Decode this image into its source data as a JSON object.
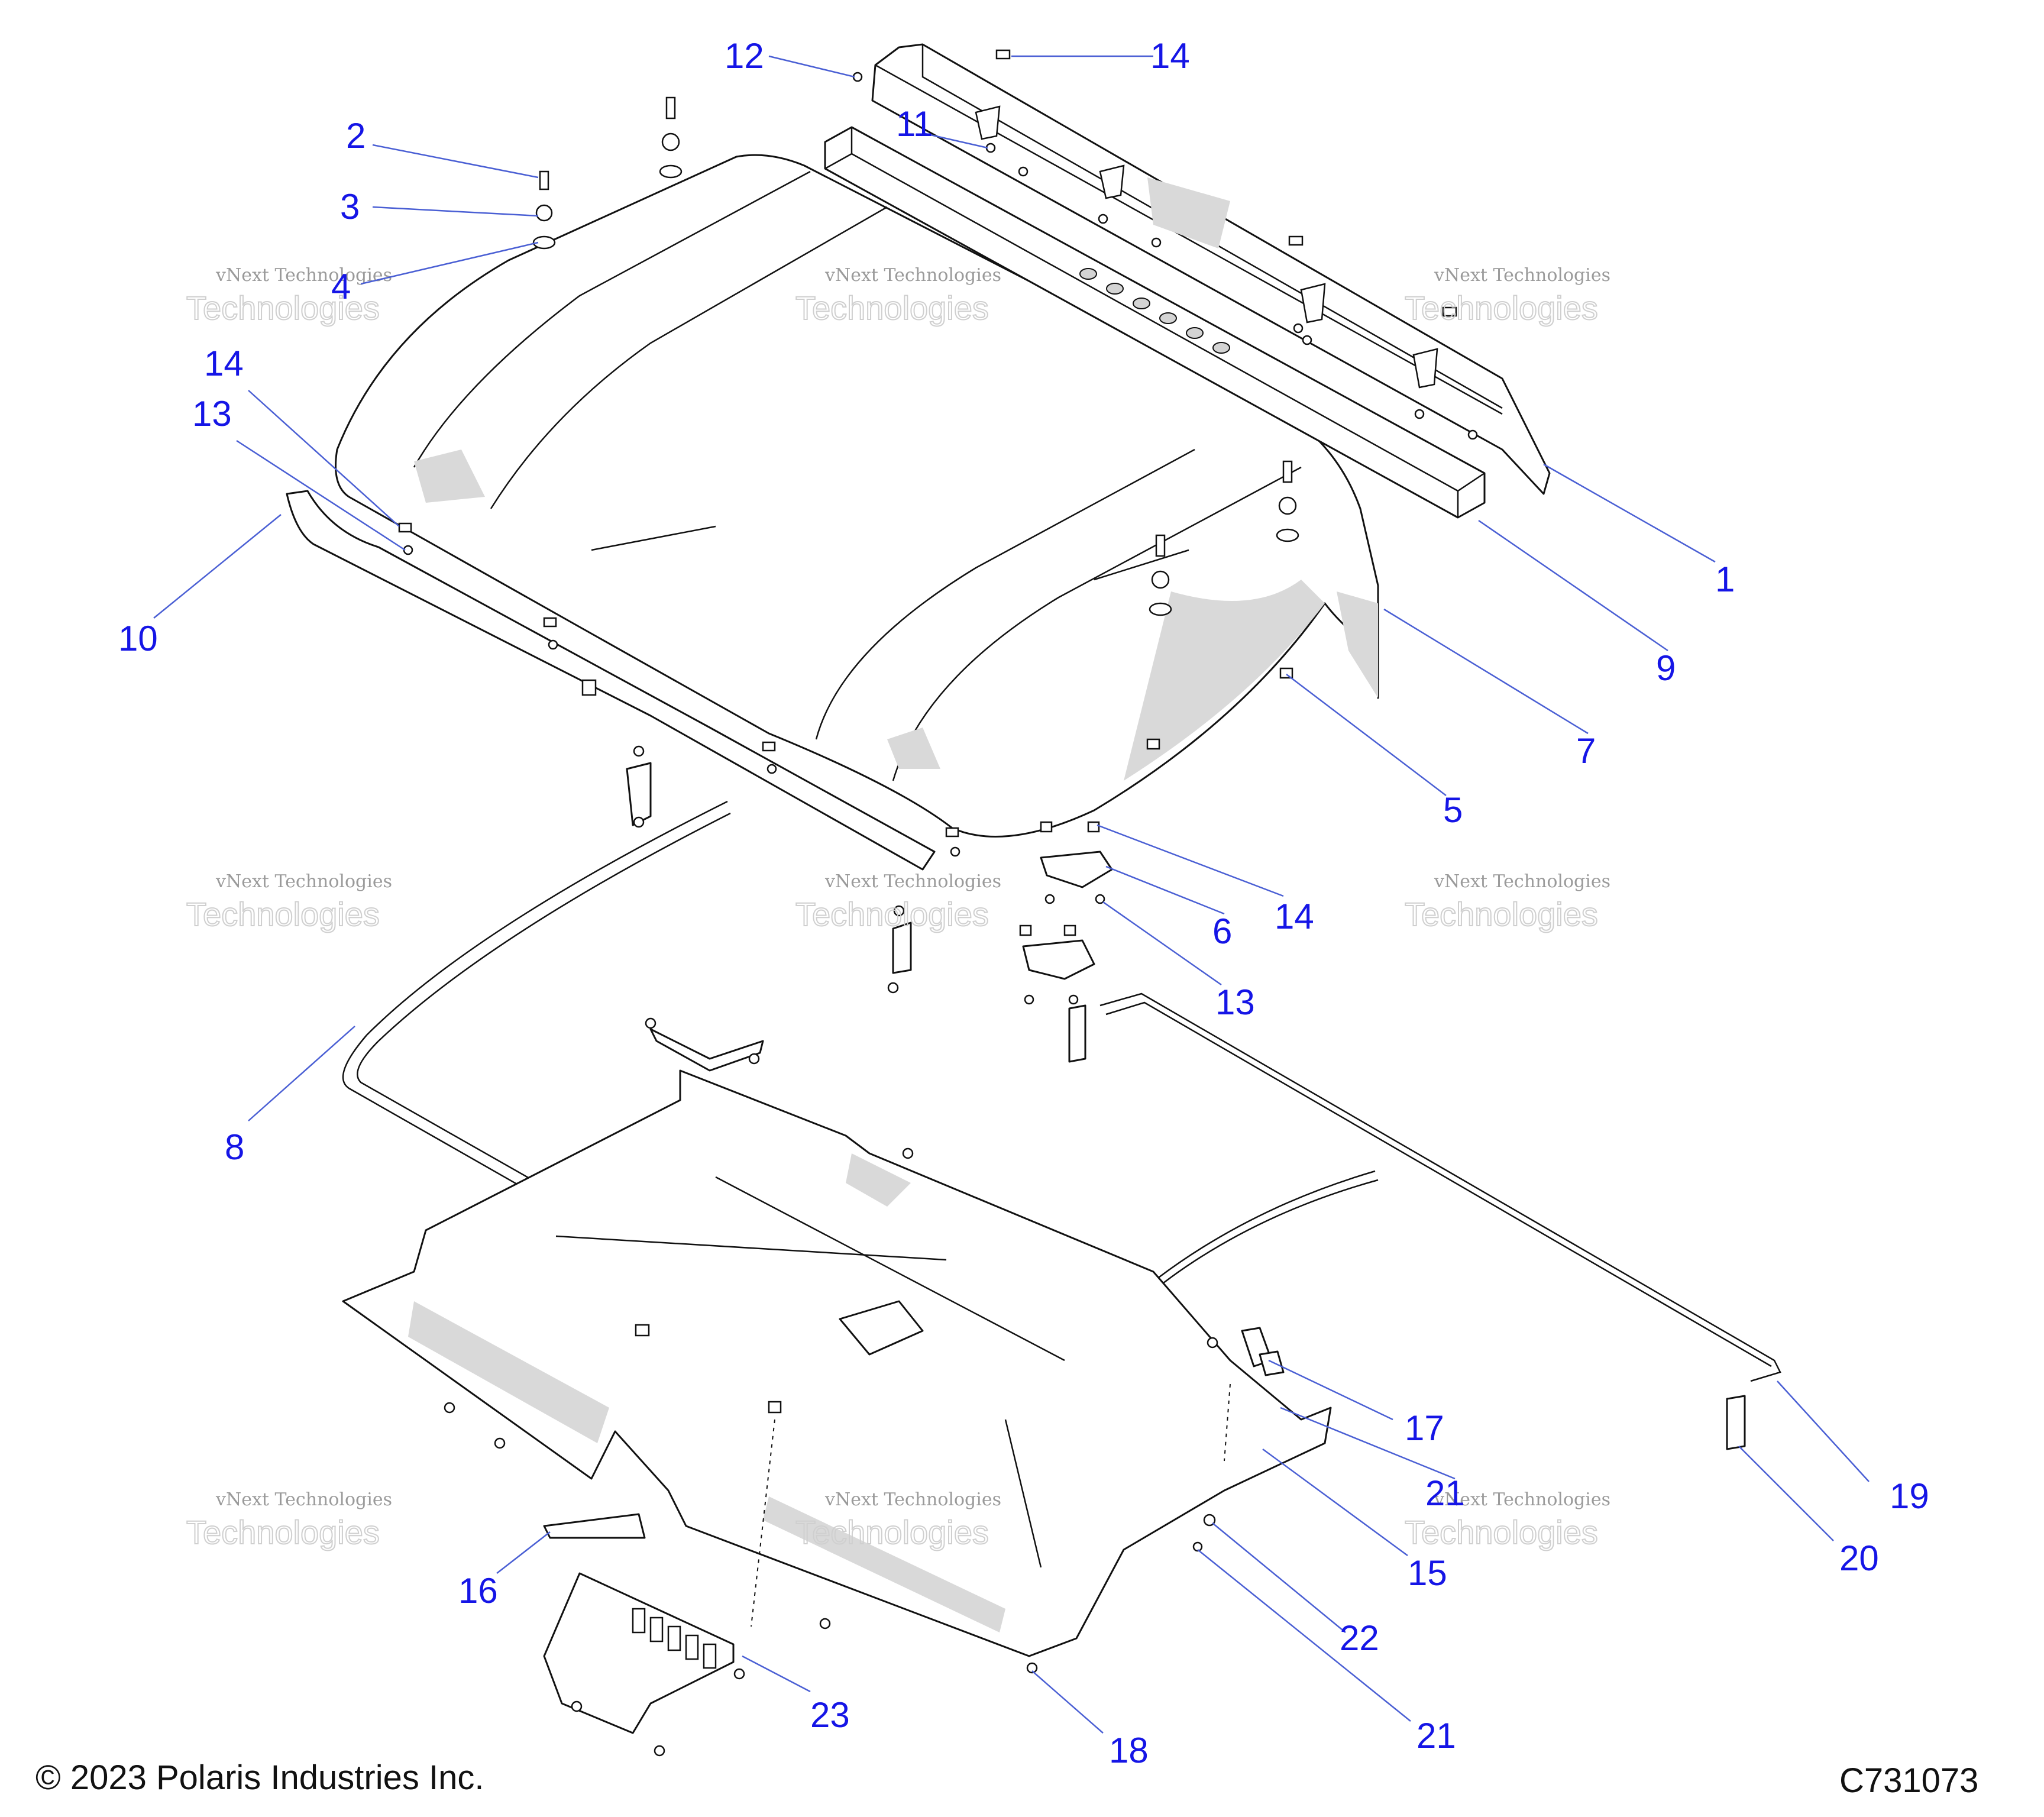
{
  "diagram": {
    "title": "",
    "copyright": "© 2023 Polaris Industries Inc.",
    "drawing_number": "C731073",
    "watermark_line1": "vNext Technologies",
    "watermark_big": "Technologies",
    "watermark_top": "vNext",
    "callouts": {
      "c1": "1",
      "c2": "2",
      "c3": "3",
      "c4": "4",
      "c5": "5",
      "c6": "6",
      "c7": "7",
      "c8": "8",
      "c9": "9",
      "c10": "10",
      "c11": "11",
      "c12": "12",
      "c13a": "13",
      "c13b": "13",
      "c14a": "14",
      "c14b": "14",
      "c14c": "14",
      "c15": "15",
      "c16": "16",
      "c17": "17",
      "c18": "18",
      "c19": "19",
      "c20": "20",
      "c21a": "21",
      "c21b": "21",
      "c22": "22",
      "c23": "23"
    },
    "colors": {
      "callout": "#1515e6",
      "leader": "#4a5fd4",
      "line_art": "#111111",
      "shading": "#d9d9d9"
    }
  }
}
